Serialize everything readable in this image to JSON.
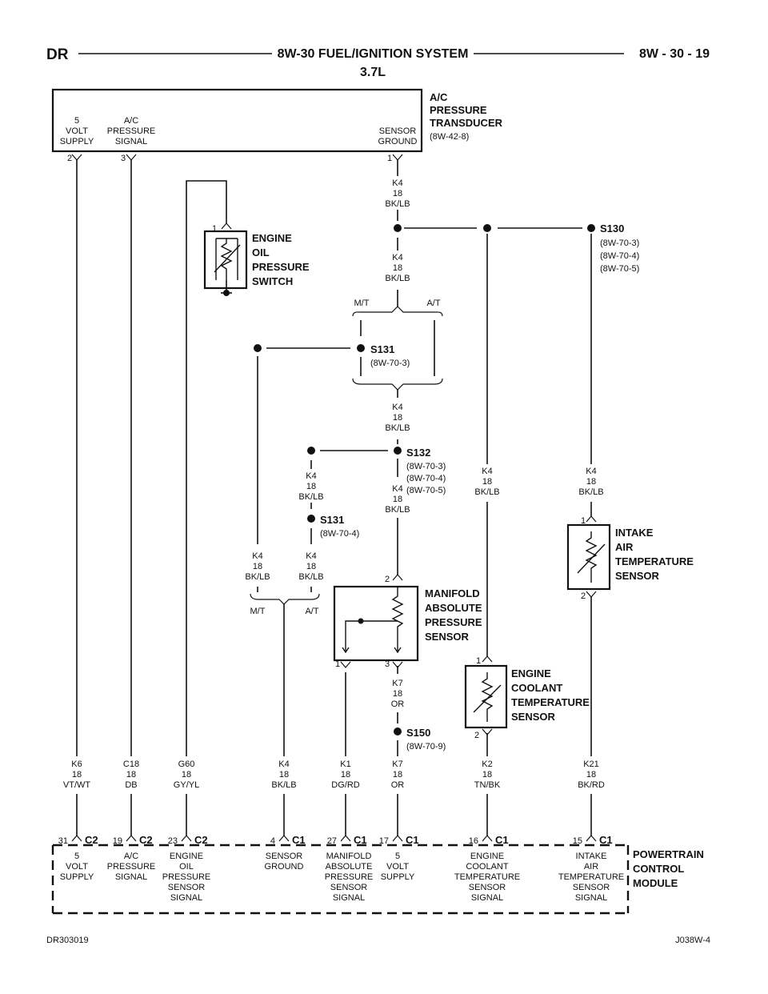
{
  "header": {
    "left": "DR",
    "title": "8W-30 FUEL/IGNITION SYSTEM",
    "subtitle": "3.7L",
    "page": "8W - 30 - 19"
  },
  "footer": {
    "left": "DR303019",
    "right": "J038W-4"
  },
  "transducer": {
    "name": [
      "A/C",
      "PRESSURE",
      "TRANSDUCER"
    ],
    "ref": "(8W-42-8)",
    "pins": [
      {
        "num": "2",
        "label": [
          "5",
          "VOLT",
          "SUPPLY"
        ]
      },
      {
        "num": "3",
        "label": [
          "A/C",
          "PRESSURE",
          "SIGNAL"
        ]
      },
      {
        "num": "1",
        "label": [
          "SENSOR",
          "GROUND"
        ]
      }
    ]
  },
  "splices": {
    "s130": {
      "name": "S130",
      "refs": [
        "(8W-70-3)",
        "(8W-70-4)",
        "(8W-70-5)"
      ]
    },
    "s131a": {
      "name": "S131",
      "refs": [
        "(8W-70-3)"
      ]
    },
    "s132": {
      "name": "S132",
      "refs": [
        "(8W-70-3)",
        "(8W-70-4)",
        "(8W-70-5)"
      ]
    },
    "s131b": {
      "name": "S131",
      "refs": [
        "(8W-70-4)"
      ]
    },
    "s150": {
      "name": "S150",
      "refs": [
        "(8W-70-9)"
      ]
    }
  },
  "variants": {
    "mt": "M/T",
    "at": "A/T"
  },
  "components": {
    "oil": {
      "name": [
        "ENGINE",
        "OIL",
        "PRESSURE",
        "SWITCH"
      ],
      "pin": "1"
    },
    "iat": {
      "name": [
        "INTAKE",
        "AIR",
        "TEMPERATURE",
        "SENSOR"
      ],
      "pins": [
        "1",
        "2"
      ]
    },
    "map": {
      "name": [
        "MANIFOLD",
        "ABSOLUTE",
        "PRESSURE",
        "SENSOR"
      ],
      "pins": [
        "2",
        "1",
        "3"
      ]
    },
    "ect": {
      "name": [
        "ENGINE",
        "COOLANT",
        "TEMPERATURE",
        "SENSOR"
      ],
      "pins": [
        "1",
        "2"
      ]
    }
  },
  "wires": {
    "k4": [
      "K4",
      "18",
      "BK/LB"
    ],
    "k7": [
      "K7",
      "18",
      "OR"
    ],
    "k6": [
      "K6",
      "18",
      "VT/WT"
    ],
    "c18": [
      "C18",
      "18",
      "DB"
    ],
    "g60": [
      "G60",
      "18",
      "GY/YL"
    ],
    "k1": [
      "K1",
      "18",
      "DG/RD"
    ],
    "k2": [
      "K2",
      "18",
      "TN/BK"
    ],
    "k21": [
      "K21",
      "18",
      "BK/RD"
    ]
  },
  "pcm": {
    "name": [
      "POWERTRAIN",
      "CONTROL",
      "MODULE"
    ],
    "pins": [
      {
        "num": "31",
        "conn": "C2",
        "label": [
          "5",
          "VOLT",
          "SUPPLY"
        ]
      },
      {
        "num": "19",
        "conn": "C2",
        "label": [
          "A/C",
          "PRESSURE",
          "SIGNAL"
        ]
      },
      {
        "num": "23",
        "conn": "C2",
        "label": [
          "ENGINE",
          "OIL",
          "PRESSURE",
          "SENSOR",
          "SIGNAL"
        ]
      },
      {
        "num": "4",
        "conn": "C1",
        "label": [
          "SENSOR",
          "GROUND"
        ]
      },
      {
        "num": "27",
        "conn": "C1",
        "label": [
          "MANIFOLD",
          "ABSOLUTE",
          "PRESSURE",
          "SENSOR",
          "SIGNAL"
        ]
      },
      {
        "num": "17",
        "conn": "C1",
        "label": [
          "5",
          "VOLT",
          "SUPPLY"
        ]
      },
      {
        "num": "16",
        "conn": "C1",
        "label": [
          "ENGINE",
          "COOLANT",
          "TEMPERATURE",
          "SENSOR",
          "SIGNAL"
        ]
      },
      {
        "num": "15",
        "conn": "C1",
        "label": [
          "INTAKE",
          "AIR",
          "TEMPERATURE",
          "SENSOR",
          "SIGNAL"
        ]
      }
    ]
  }
}
